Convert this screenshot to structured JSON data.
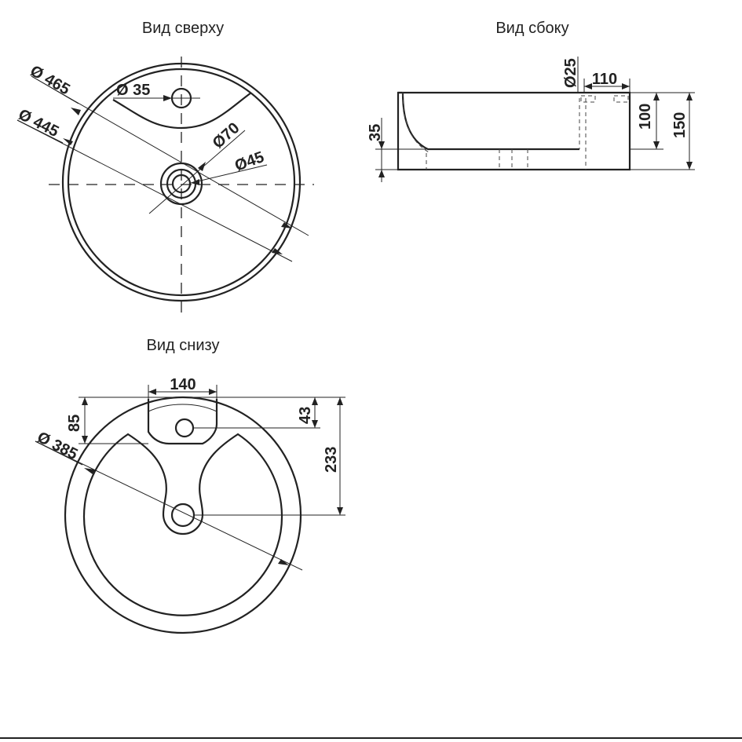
{
  "views": {
    "top": {
      "title": "Вид сверху"
    },
    "side": {
      "title": "Вид сбоку"
    },
    "bottom": {
      "title": "Вид снизу"
    }
  },
  "dimensions": {
    "top": {
      "outer_diameter": "Ø 465",
      "inner_diameter": "Ø 445",
      "tap_hole": "Ø 35",
      "drain_outer": "Ø70",
      "drain_inner": "Ø45"
    },
    "side": {
      "overflow_hole": "Ø25",
      "tap_offset": "110",
      "bowl_depth": "100",
      "total_height": "150",
      "base_height": "35"
    },
    "bottom": {
      "tap_platform_width": "140",
      "tap_platform_depth": "85",
      "tap_hole_offset": "43",
      "drain_offset": "233",
      "base_diameter": "Ø 385"
    }
  },
  "colors": {
    "line": "#222222",
    "background": "#ffffff"
  }
}
